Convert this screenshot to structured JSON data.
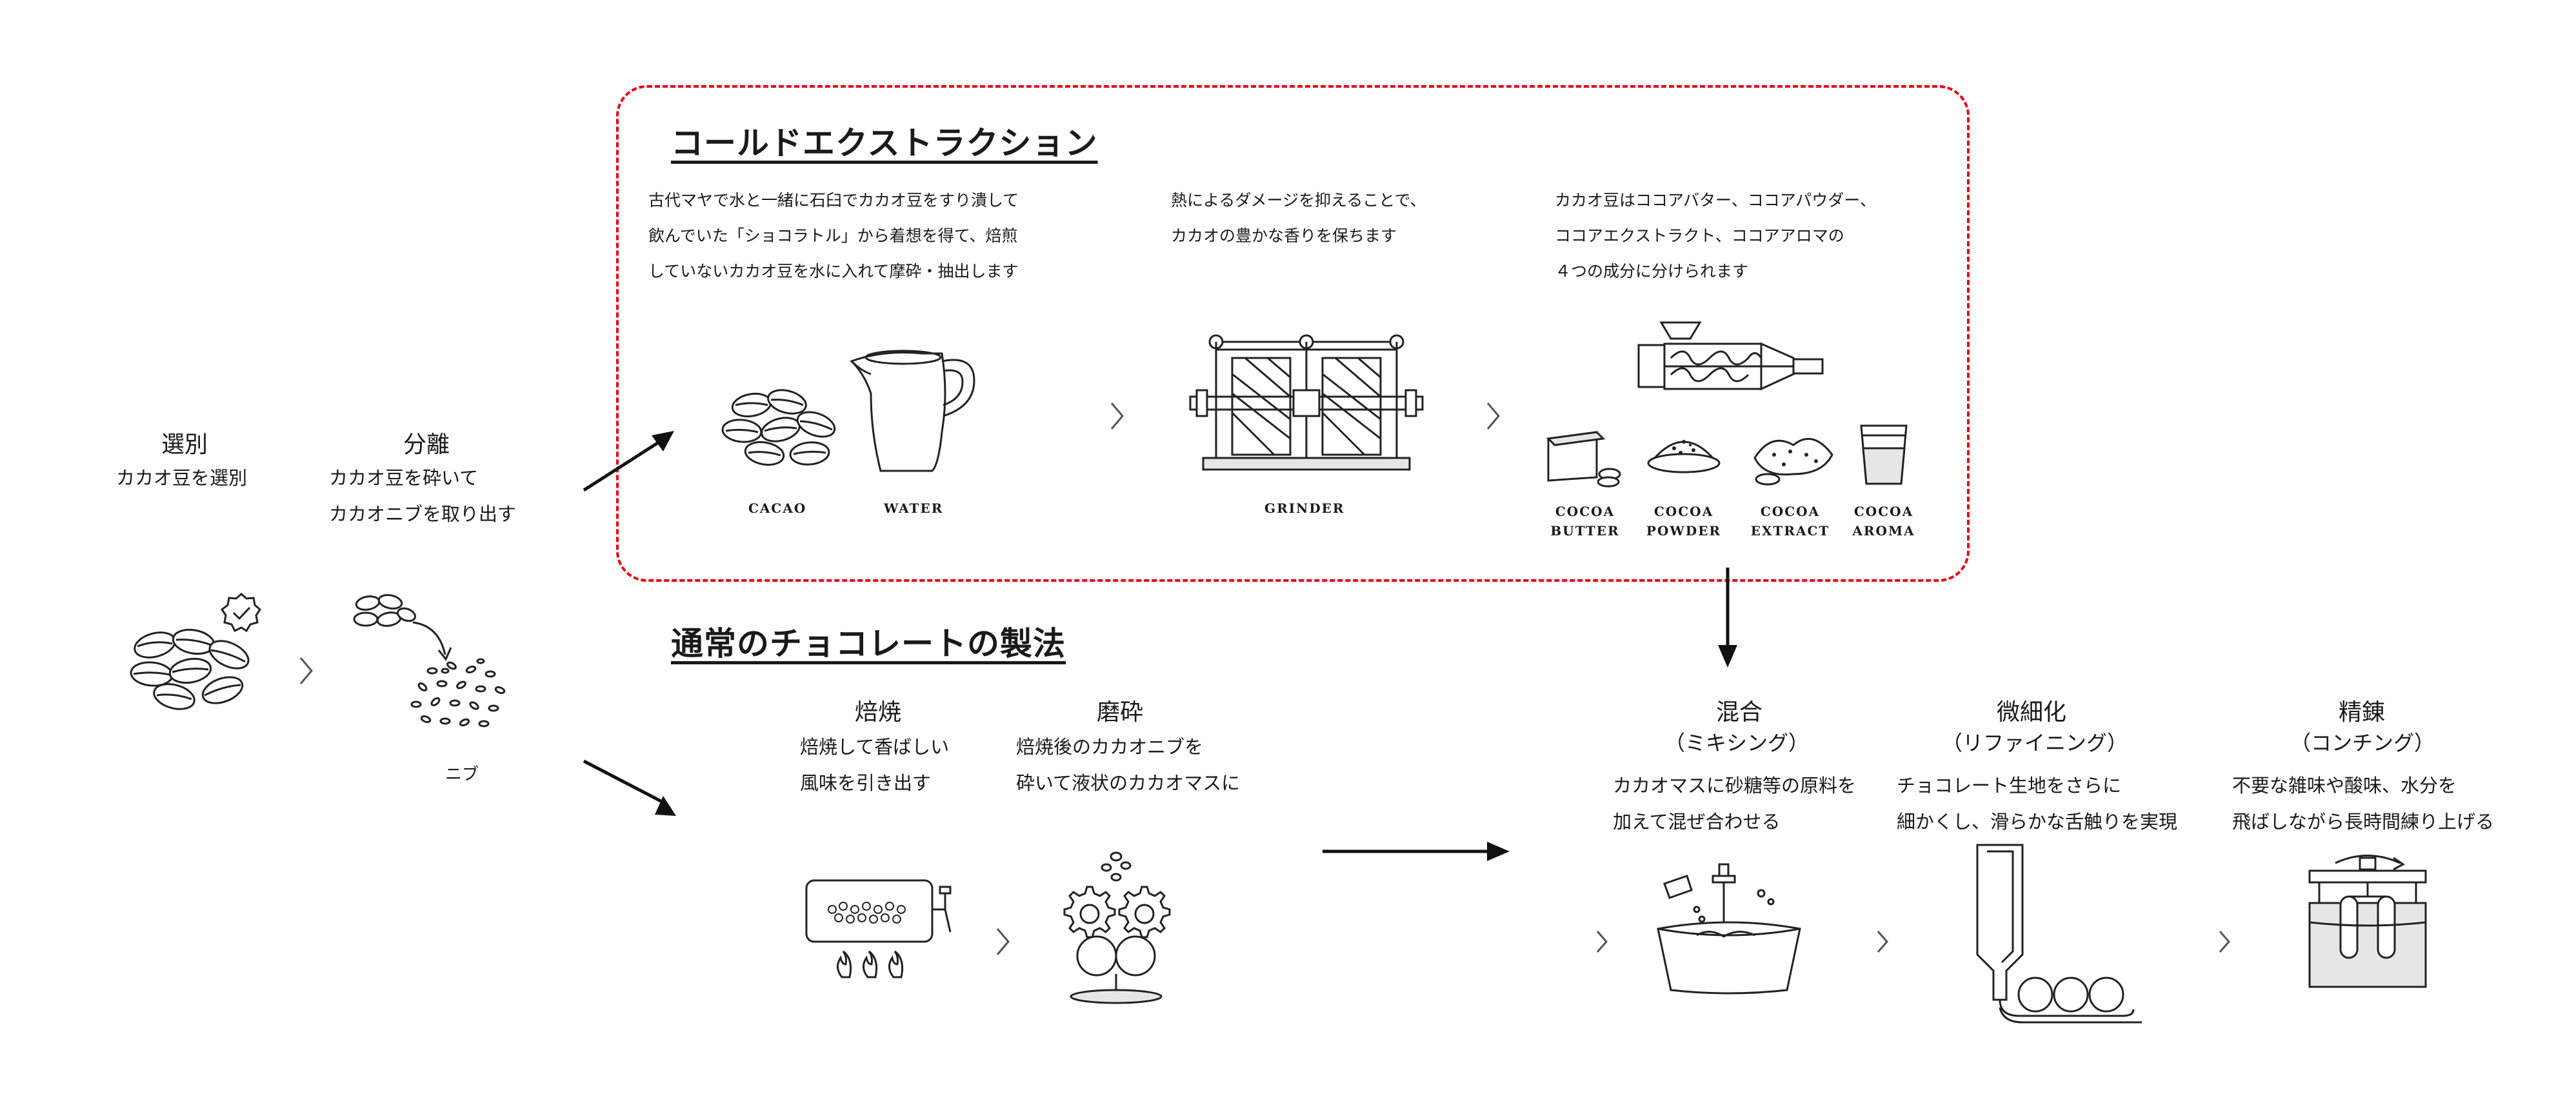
{
  "cold_extraction": {
    "title": "コールドエクストラクション",
    "desc_left": "古代マヤで水と一緒に石臼でカカオ豆をすり潰して\n飲んでいた「ショコラトル」から着想を得て、焙煎\nしていないカカオ豆を水に入れて摩砕・抽出します",
    "desc_mid": "熱によるダメージを抑えることで、\nカカオの豊かな香りを保ちます",
    "desc_right": "カカオ豆はココアバター、ココアパウダー、\nココアエクストラクト、ココアアロマの\n４つの成分に分けられます",
    "labels": {
      "cacao": "CACAO",
      "water": "WATER",
      "grinder": "GRINDER"
    },
    "outputs": [
      {
        "line1": "COCOA",
        "line2": "BUTTER"
      },
      {
        "line1": "COCOA",
        "line2": "POWDER"
      },
      {
        "line1": "COCOA",
        "line2": "EXTRACT"
      },
      {
        "line1": "COCOA",
        "line2": "AROMA"
      }
    ],
    "border_color": "#e60012"
  },
  "selection": {
    "title": "選別",
    "desc": "カカオ豆を選別",
    "icon": "check-badge-icon"
  },
  "separation": {
    "title": "分離",
    "desc": "カカオ豆を砕いて\nカカオニブを取り出す",
    "caption": "ニブ"
  },
  "normal": {
    "title": "通常のチョコレートの製法",
    "roasting": {
      "title": "焙焼",
      "desc": "焙焼して香ばしい\n風味を引き出す"
    },
    "grinding": {
      "title": "磨砕",
      "desc": "焙焼後のカカオニブを\n砕いて液状のカカオマスに"
    }
  },
  "mixing": {
    "title": "混合",
    "sub": "（ミキシング）",
    "desc": "カカオマスに砂糖等の原料を\n加えて混ぜ合わせる"
  },
  "refining": {
    "title": "微細化",
    "sub": "（リファイニング）",
    "desc": "チョコレート生地をさらに\n細かくし、滑らかな舌触りを実現"
  },
  "conching": {
    "title": "精錬",
    "sub": "（コンチング）",
    "desc": "不要な雑味や酸味、水分を\n飛ばしながら長時間練り上げる"
  }
}
